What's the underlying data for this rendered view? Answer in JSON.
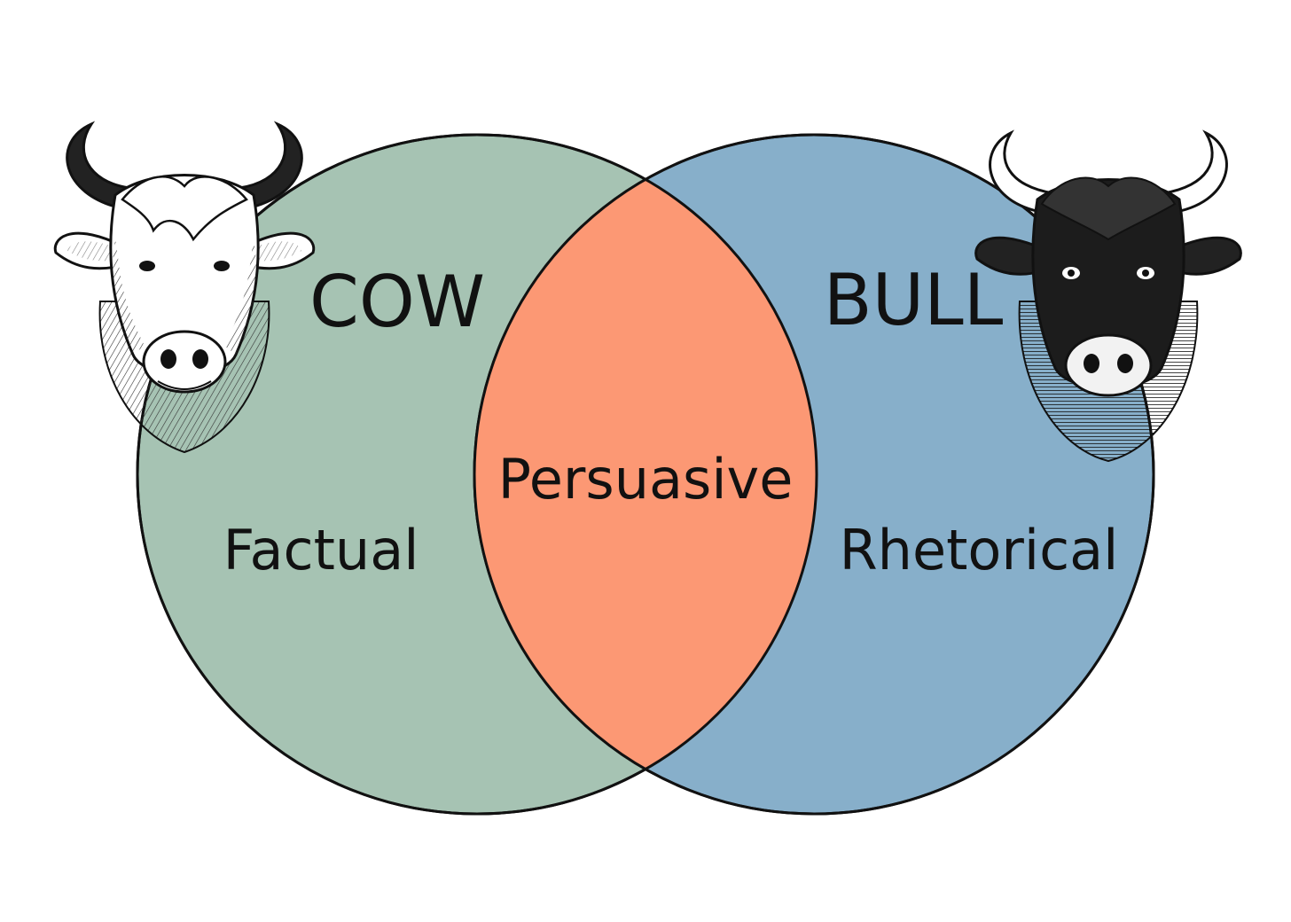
{
  "diagram": {
    "type": "venn",
    "left_set": {
      "title": "COW",
      "label": "Factual",
      "color": "#a6c3b3",
      "icon": "cow-head-icon"
    },
    "right_set": {
      "title": "BULL",
      "label": "Rhetorical",
      "color": "#87afca",
      "icon": "bull-head-icon"
    },
    "intersection": {
      "label": "Persuasive",
      "color": "#fc9874"
    },
    "outline_color": "#111111",
    "background_color": "#ffffff"
  }
}
